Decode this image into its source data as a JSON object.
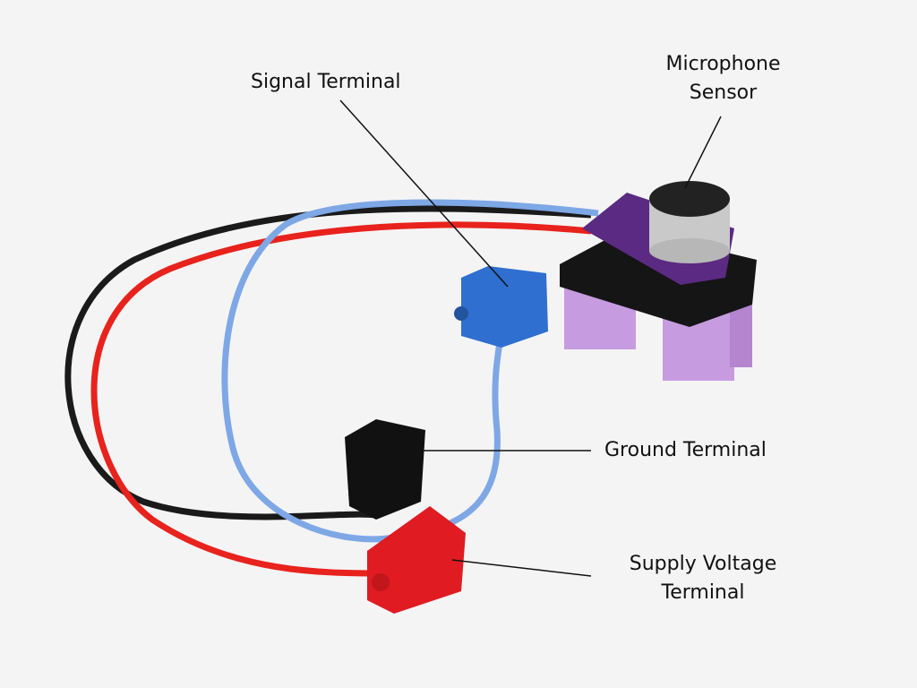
{
  "labels": {
    "signal": "Signal Terminal",
    "microphone_line1": "Microphone",
    "microphone_line2": "Sensor",
    "ground": "Ground Terminal",
    "supply_line1": "Supply Voltage",
    "supply_line2": "Terminal"
  },
  "colors": {
    "background": "#f4f4f4",
    "signal_wire": "#7ea7e6",
    "ground_wire": "#1a1a1a",
    "supply_wire": "#e8221c",
    "signal_block": "#2f6fd0",
    "ground_block": "#111111",
    "supply_block": "#e01b22",
    "pcb": "#5b2a82",
    "lilac_brick": "#c79be0"
  }
}
